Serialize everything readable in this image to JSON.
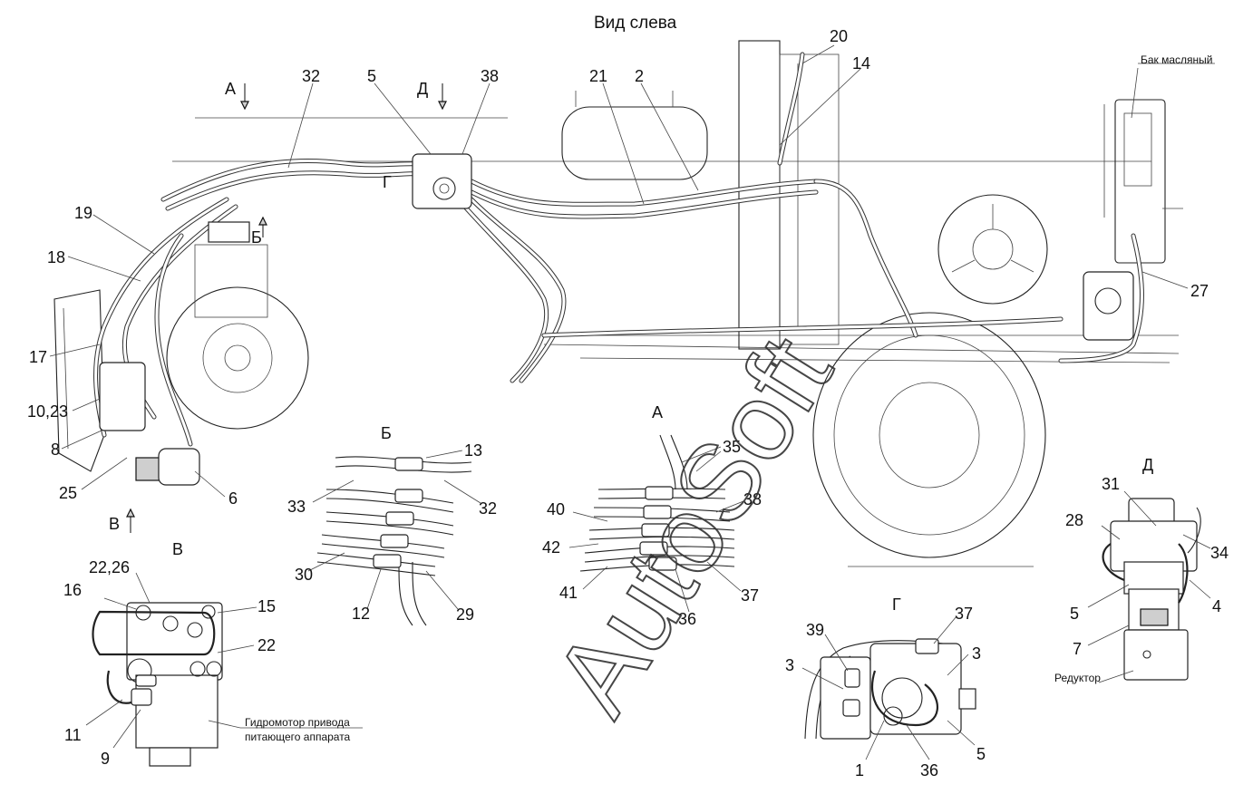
{
  "title": "Вид слева",
  "watermark": "AutoSoft",
  "captions": {
    "oil_tank": "Бак масляный",
    "reducer": "Редуктор",
    "motor_line1": "Гидромотор привода",
    "motor_line2": "питающего аппарата"
  },
  "view_letters": {
    "A_top": "А",
    "D_top": "Д",
    "B_main": "Б",
    "G_main": "Г",
    "V_main": "В",
    "B_view": "Б",
    "A_view": "А",
    "D_view": "Д",
    "V_view": "В",
    "G_view": "Г"
  },
  "callouts": {
    "c32_top": "32",
    "c5_top": "5",
    "c38_top": "38",
    "c21": "21",
    "c2": "2",
    "c20": "20",
    "c14": "14",
    "c27": "27",
    "c19": "19",
    "c18": "18",
    "c17": "17",
    "c10_23": "10,23",
    "c8": "8",
    "c25": "25",
    "c6": "6",
    "b13": "13",
    "b33": "33",
    "b32": "32",
    "b30": "30",
    "b12": "12",
    "b29": "29",
    "a35": "35",
    "a40": "40",
    "a38": "38",
    "a42": "42",
    "a41": "41",
    "a37": "37",
    "a36": "36",
    "v22_26": "22,26",
    "v16": "16",
    "v15": "15",
    "v22": "22",
    "v11": "11",
    "v9": "9",
    "g39": "39",
    "g37": "37",
    "g3_left": "3",
    "g3_right": "3",
    "g1": "1",
    "g36": "36",
    "g5": "5",
    "d31": "31",
    "d28": "28",
    "d34": "34",
    "d5": "5",
    "d4": "4",
    "d7": "7"
  }
}
